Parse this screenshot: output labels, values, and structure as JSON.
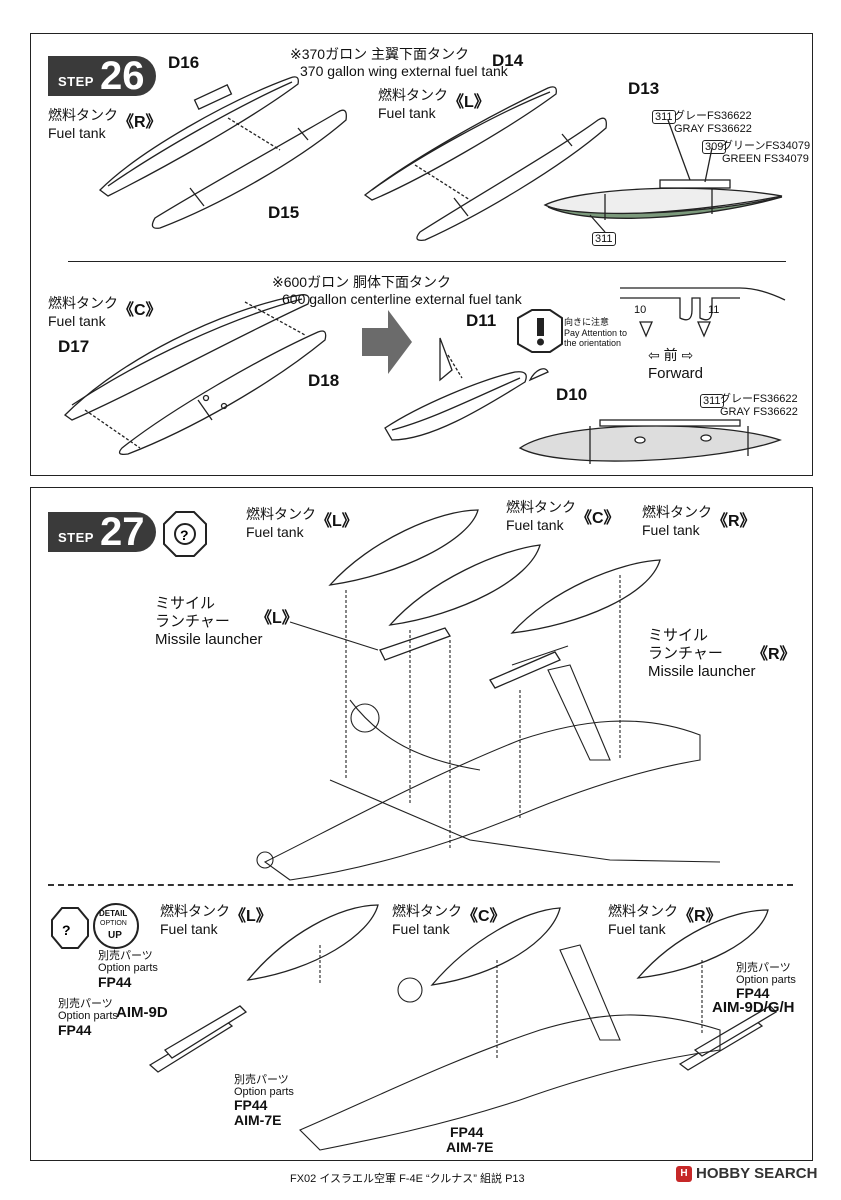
{
  "step26": {
    "step_word": "STEP",
    "step_num": "26",
    "note370_jp": "※370ガロン 主翼下面タンク",
    "note370_en": "370 gallon wing external fuel tank",
    "tankR_jp": "燃料タンク",
    "tankR_en": "Fuel tank",
    "tankR_side": "《R》",
    "tankL_jp": "燃料タンク",
    "tankL_en": "Fuel tank",
    "tankL_side": "《L》",
    "d16": "D16",
    "d15": "D15",
    "d14": "D14",
    "d13": "D13",
    "color311_jp": "グレーFS36622",
    "color311_en": "GRAY FS36622",
    "color309_jp": "グリーンFS34079",
    "color309_en": "GREEN FS34079",
    "num311": "311",
    "num309": "309",
    "note600_jp": "※600ガロン 胴体下面タンク",
    "note600_en": "600 gallon centerline external fuel tank",
    "tankC_jp": "燃料タンク",
    "tankC_en": "Fuel tank",
    "tankC_side": "《C》",
    "d17": "D17",
    "d18": "D18",
    "d11": "D11",
    "d10": "D10",
    "attention_jp": "向きに注意",
    "attention_en1": "Pay Attention to",
    "attention_en2": "the orientation",
    "part10": "10",
    "part11": "11",
    "forward_jp": "⇦ 前 ⇨",
    "forward_en": "Forward",
    "color311b_jp": "グレーFS36622",
    "color311b_en": "GRAY FS36622"
  },
  "step27": {
    "step_word": "STEP",
    "step_num": "27",
    "tankL_jp": "燃料タンク",
    "tankL_en": "Fuel tank",
    "tankL_side": "《L》",
    "tankC_jp": "燃料タンク",
    "tankC_en": "Fuel tank",
    "tankC_side": "《C》",
    "tankR_jp": "燃料タンク",
    "tankR_en": "Fuel tank",
    "tankR_side": "《R》",
    "mlL_jp1": "ミサイル",
    "mlL_jp2": "ランチャー",
    "mlL_en": "Missile launcher",
    "mlL_side": "《L》",
    "mlR_jp1": "ミサイル",
    "mlR_jp2": "ランチャー",
    "mlR_en": "Missile launcher",
    "mlR_side": "《R》"
  },
  "option": {
    "detail_line1": "DETAIL",
    "detail_line2": "OPTION",
    "detail_line3": "UP",
    "tankL_jp": "燃料タンク",
    "tankL_en": "Fuel tank",
    "tankL_side": "《L》",
    "tankC_jp": "燃料タンク",
    "tankC_en": "Fuel tank",
    "tankC_side": "《C》",
    "tankR_jp": "燃料タンク",
    "tankR_en": "Fuel tank",
    "tankR_side": "《R》",
    "opt_jp": "別売パーツ",
    "opt_en": "Option parts",
    "fp44": "FP44",
    "aim9d": "AIM-9D",
    "aim9dgh": "AIM-9D/G/H",
    "aim7e": "AIM-7E"
  },
  "footer": {
    "text": "FX02 イスラエル空軍 F-4E “クルナス” 組説 P13",
    "logo": "HOBBY SEARCH"
  }
}
